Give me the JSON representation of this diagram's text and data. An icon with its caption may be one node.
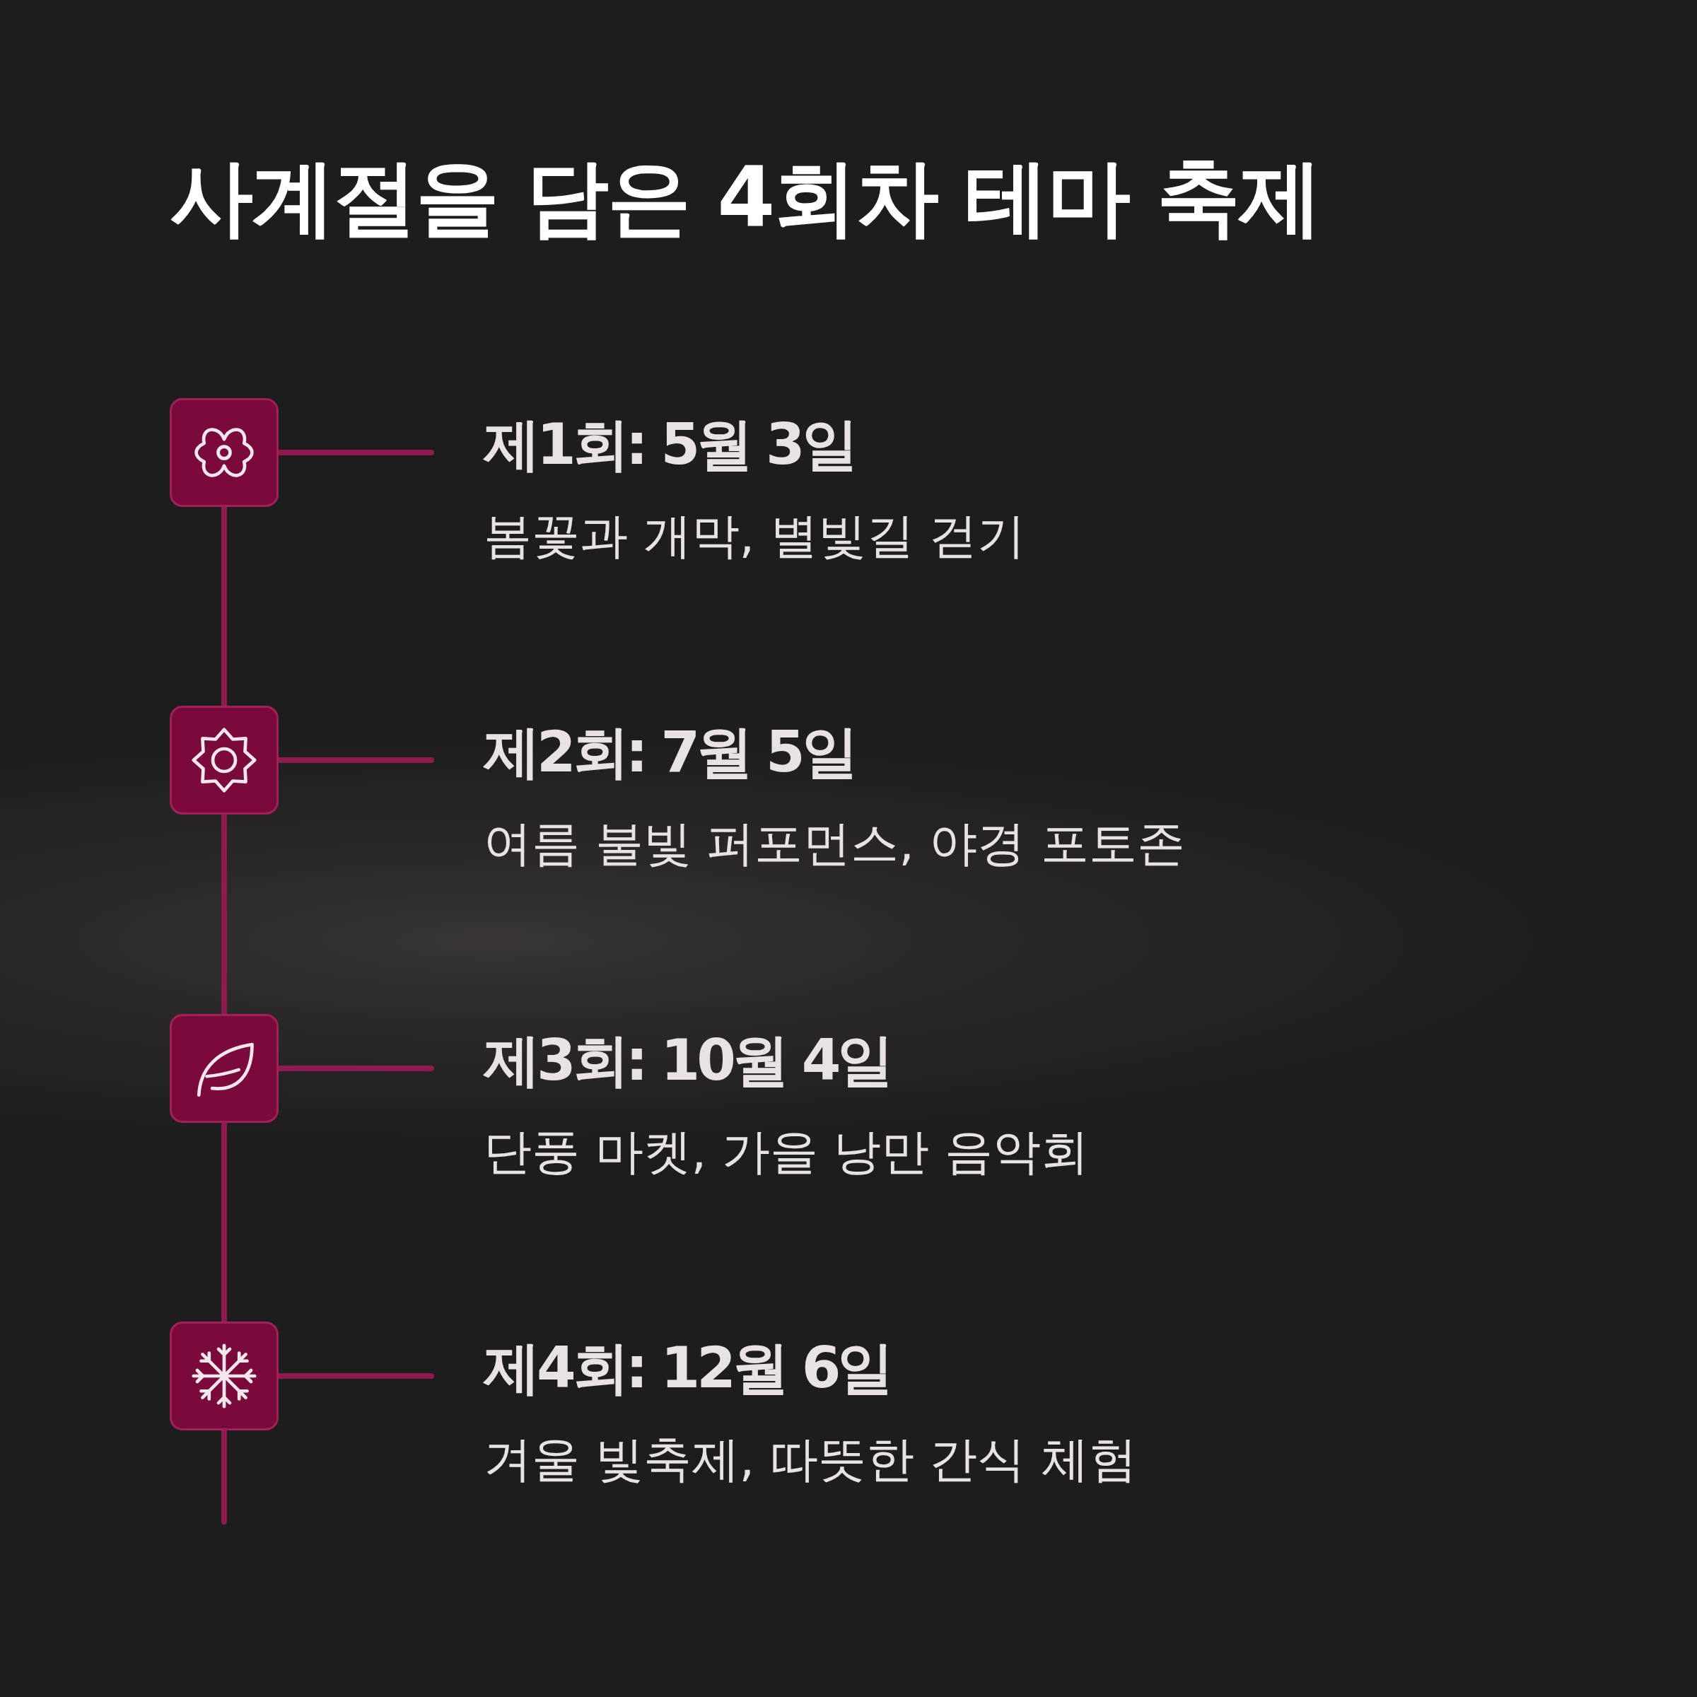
{
  "diagram": {
    "title": "사계절을 담은 4회차 테마 축제",
    "nodes": [
      {
        "text": [],
        "shape": "box"
      },
      {
        "text": [
          "제1회: 5월 3일",
          "봄꽃과 개막, 별빛길 걷기"
        ]
      },
      {
        "text": [],
        "shape": "box"
      },
      {
        "text": [
          "제2회: 7월 5일",
          "여름 불빛 퍼포먼스, 야경 포토존"
        ]
      },
      {
        "text": [],
        "shape": "box"
      },
      {
        "text": [
          "제3회: 10월 4일",
          "단풍 마켓, 가을 낭만 음악회"
        ]
      },
      {
        "text": [],
        "shape": "box"
      },
      {
        "text": [
          "제4회: 12월 6일",
          "겨울 빛축제, 따뜻한 간식 체험"
        ]
      }
    ],
    "edges": [
      {
        "from": 0,
        "to": 1,
        "arrow": "none"
      },
      {
        "from": 0,
        "to": 2,
        "arrow": "none"
      },
      {
        "from": 2,
        "to": 3,
        "arrow": "none"
      },
      {
        "from": 2,
        "to": 4,
        "arrow": "none"
      },
      {
        "from": 4,
        "to": 5,
        "arrow": "none"
      },
      {
        "from": 4,
        "to": 6,
        "arrow": "none"
      },
      {
        "from": 6,
        "to": 7,
        "arrow": "none"
      },
      {
        "from": 6,
        "to": null,
        "arrow": "none"
      }
    ]
  }
}
